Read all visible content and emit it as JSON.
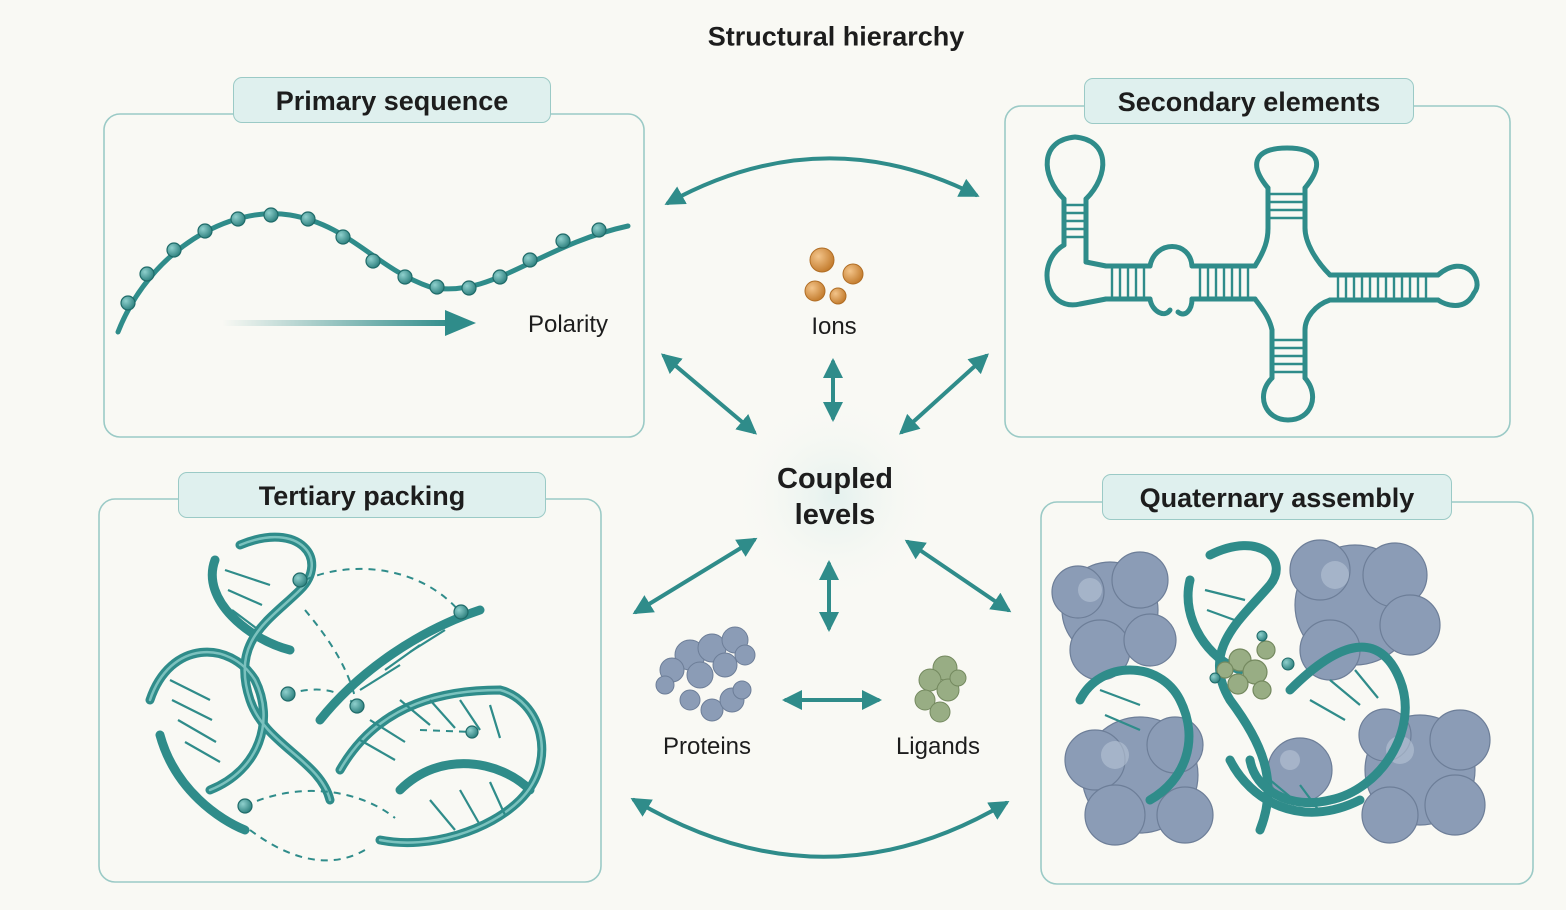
{
  "title": "Structural hierarchy",
  "panels": {
    "primary": {
      "title": "Primary sequence",
      "annotation": "Polarity"
    },
    "secondary": {
      "title": "Secondary elements"
    },
    "tertiary": {
      "title": "Tertiary packing"
    },
    "quaternary": {
      "title": "Quaternary assembly"
    }
  },
  "center": {
    "line1": "Coupled",
    "line2": "levels"
  },
  "factors": {
    "ions": "Ions",
    "proteins": "Proteins",
    "ligands": "Ligands"
  },
  "colors": {
    "strand": "#2f8c8a",
    "strand_dark": "#1f6b69",
    "panel_border": "#9bcac6",
    "tab_fill": "#dff0ee",
    "ion": "#d68e3e",
    "protein": "#8b9cb6",
    "ligand": "#98ad84"
  }
}
